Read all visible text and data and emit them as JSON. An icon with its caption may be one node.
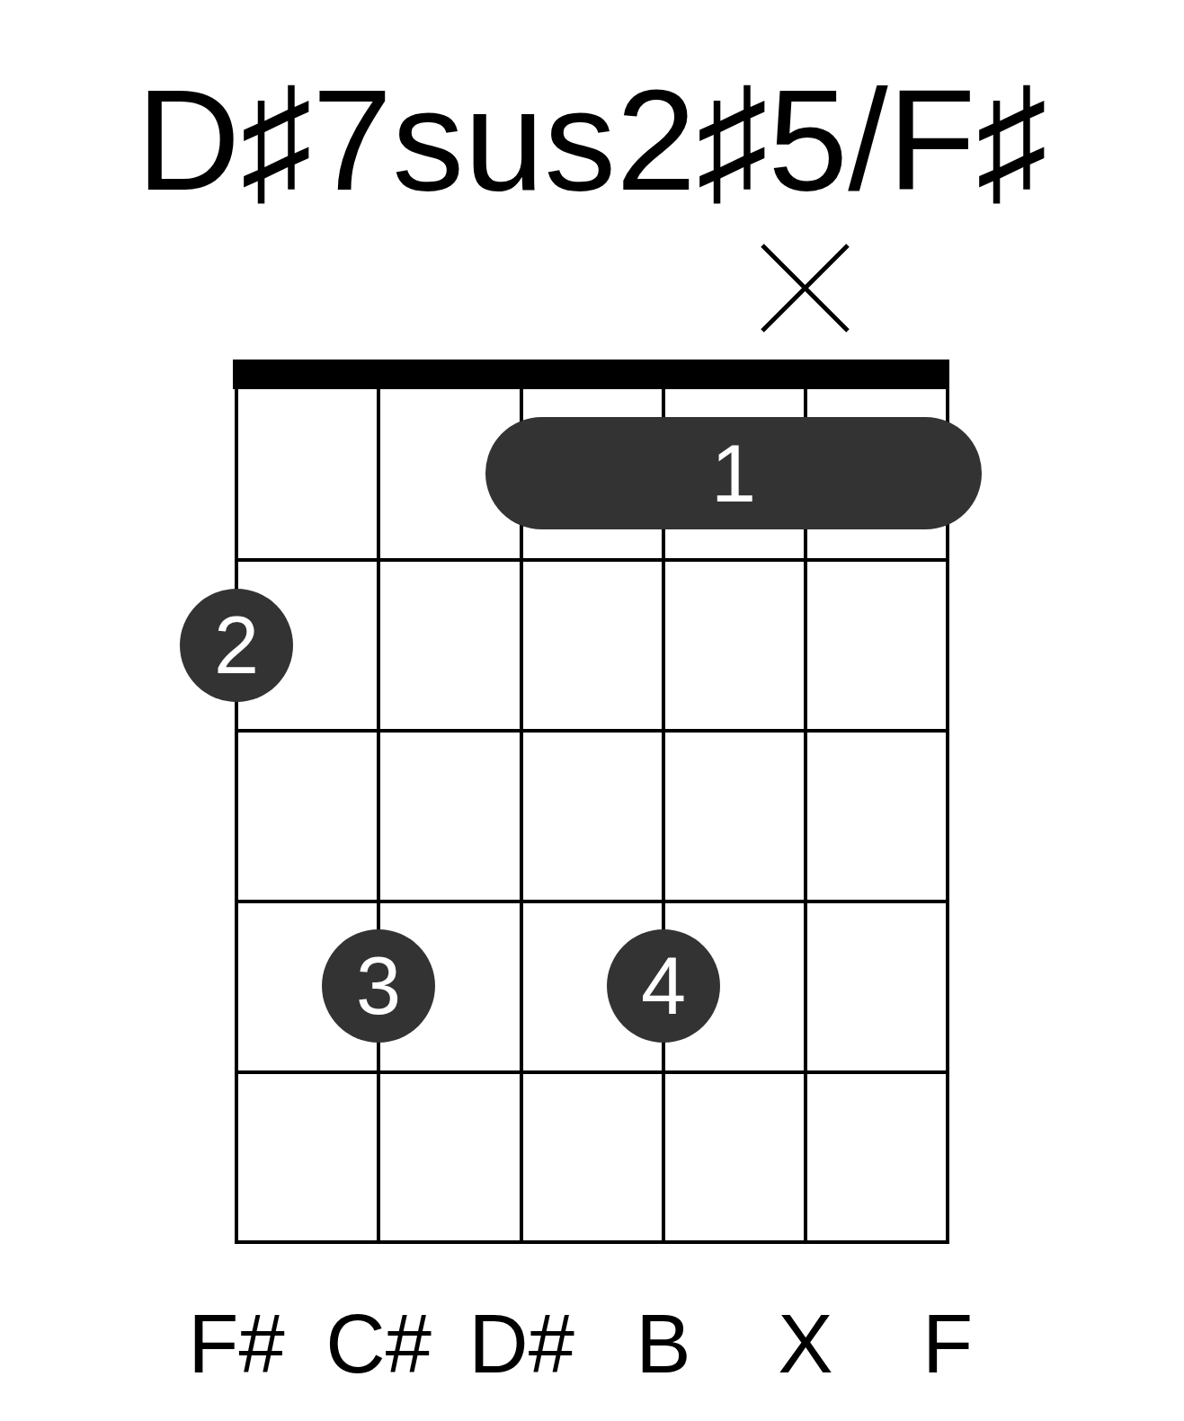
{
  "diagram": {
    "title": "D♯7sus2♯5/F♯",
    "nodes": [
      {
        "text": [
          "1"
        ]
      },
      {
        "text": [
          "2"
        ]
      },
      {
        "text": [
          "3"
        ]
      },
      {
        "text": [
          "4"
        ]
      }
    ],
    "labels": [
      "F#",
      "C#",
      "D#",
      "B",
      "X",
      "F"
    ]
  }
}
